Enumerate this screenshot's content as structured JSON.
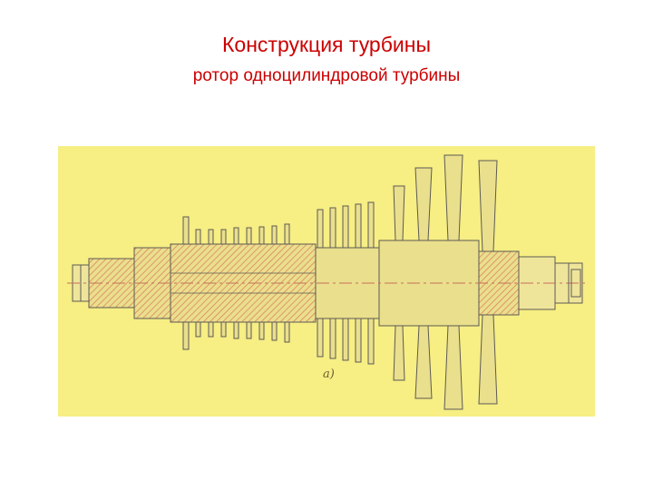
{
  "slide": {
    "title": "Конструкция турбины",
    "subtitle": "ротор одноцилиндровой турбины"
  },
  "figure": {
    "subject": "turbine-rotor-cross-section",
    "label": "a)",
    "colors": {
      "background": "#f7ee84",
      "outline": "#5c5a55",
      "hatch": "#d97a60",
      "shaft": "#e8dd7a",
      "disk": "#eadf8c"
    }
  }
}
